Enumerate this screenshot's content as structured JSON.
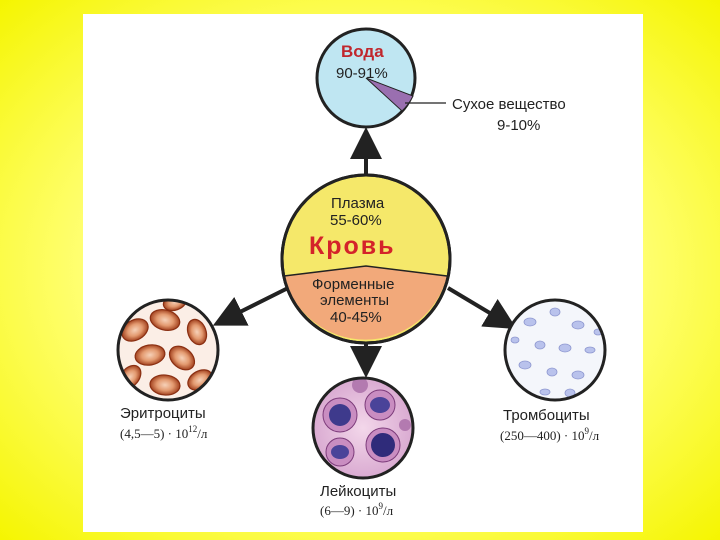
{
  "water": {
    "label": "Вода",
    "percent": "90-91%"
  },
  "dry_matter": {
    "label": "Сухое вещество",
    "percent": "9-10%"
  },
  "plasma": {
    "label": "Плазма",
    "percent": "55-60%"
  },
  "blood": {
    "label": "Кровь"
  },
  "formed": {
    "line1": "Форменные",
    "line2": "элементы",
    "percent": "40-45%"
  },
  "erythrocytes": {
    "label": "Эритроциты",
    "count_base": "(4,5—5) · 10",
    "count_exp": "12",
    "count_unit": "/л"
  },
  "leukocytes": {
    "label": "Лейкоциты",
    "count_base": "(6—9) · 10",
    "count_exp": "9",
    "count_unit": "/л"
  },
  "platelets": {
    "label": "Тромбоциты",
    "count_base": "(250—400) · 10",
    "count_exp": "9",
    "count_unit": "/л"
  },
  "colors": {
    "water_fill": "#bfe6f2",
    "dry_fill": "#9a6fb0",
    "plasma_fill": "#f5e86a",
    "formed_fill": "#f2a97a",
    "blood_text": "#d4232a",
    "water_text": "#c0272d",
    "arrow": "#222222"
  }
}
